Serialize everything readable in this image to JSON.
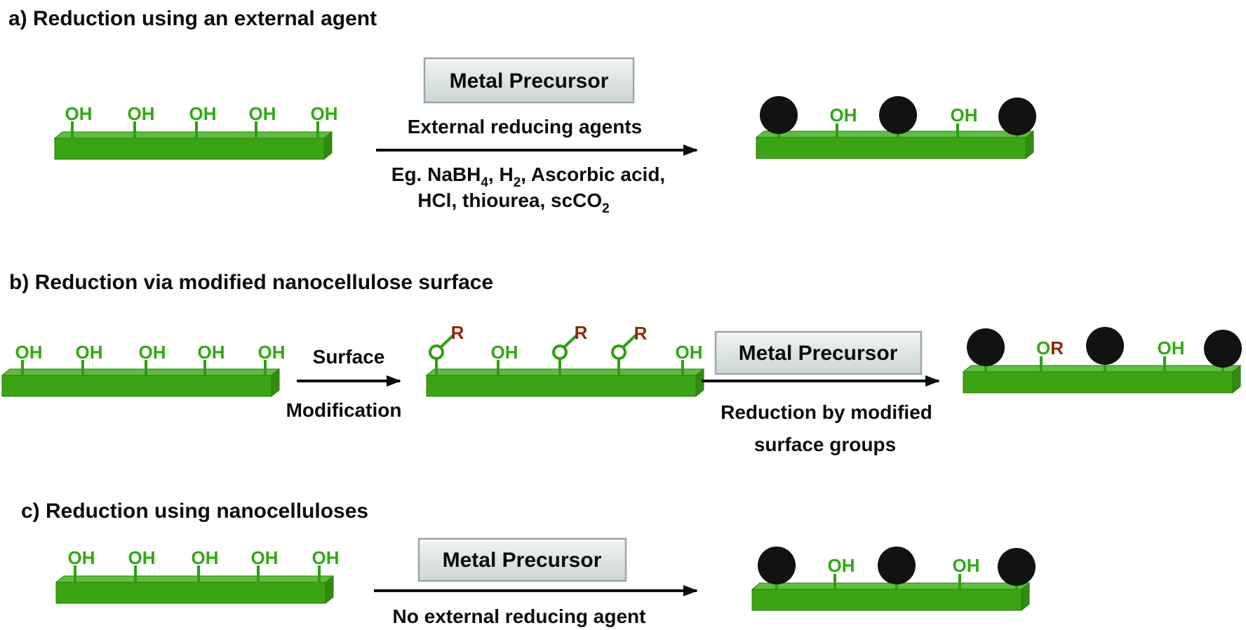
{
  "figure_type": "reaction-scheme",
  "labels": {
    "hydroxyl": "OH",
    "oxygen": "O",
    "r_group": "R"
  },
  "sections": {
    "a": {
      "title": "a) Reduction using an external agent",
      "metal_precursor_box": "Metal Precursor",
      "arrow_label_above": "External reducing agents",
      "arrow_label_below_line1": [
        "Eg. NaBH",
        "4",
        ", H",
        "2",
        ", Ascorbic acid,"
      ],
      "arrow_label_below_line2": [
        "HCl, thiourea, scCO",
        "2"
      ]
    },
    "b": {
      "title": "b) Reduction via modified nanocellulose surface",
      "arrow1_label_line1": "Surface",
      "arrow1_label_line2": "Modification",
      "metal_precursor_box": "Metal Precursor",
      "arrow2_label_line1": "Reduction by modified",
      "arrow2_label_line2": "surface groups"
    },
    "c": {
      "title": "c) Reduction using nanocelluloses",
      "metal_precursor_box": "Metal Precursor",
      "arrow_label_below": "No external reducing agent"
    }
  },
  "colors": {
    "bar_top": "#5dbf3d",
    "bar_front": "#3ba412",
    "bar_side": "#2f8c0f",
    "bar_outline": "#2e7d0e",
    "hydroxyl_text": "#2faa12",
    "r_group_text": "#8f2a06",
    "nanoparticle": "#121212",
    "box_border": "#9aa8a0",
    "box_fill_top": "#f1f5f2",
    "box_fill_bottom": "#ccd6d0",
    "text": "#0d0d0d"
  }
}
